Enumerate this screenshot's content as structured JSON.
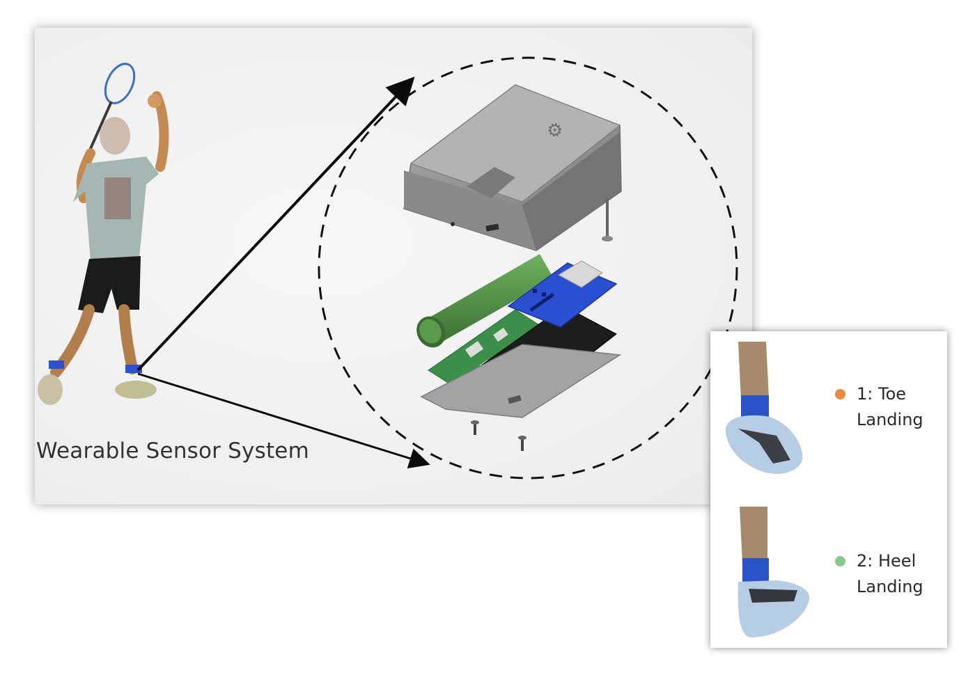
{
  "caption": "Wearable Sensor System",
  "inset": {
    "items": [
      {
        "label_line1": "1: Toe",
        "label_line2": "Landing",
        "dot_color": "#ee8a3c"
      },
      {
        "label_line1": "2: Heel",
        "label_line2": "Landing",
        "dot_color": "#86c98a"
      }
    ]
  },
  "colors": {
    "arrow": "#0a0a0a",
    "housing": "#8f8f8f",
    "battery": "#4f8c45",
    "pcb_green": "#3b8f4a",
    "pcb_blue": "#2a4fd0",
    "ankle_band": "#2b52c7"
  }
}
